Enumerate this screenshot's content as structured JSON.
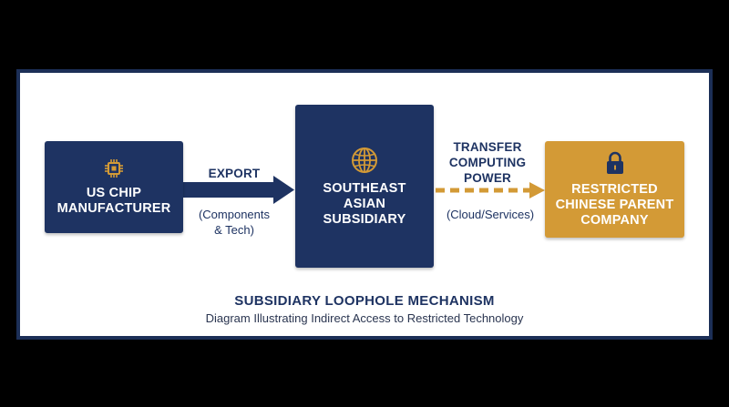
{
  "colors": {
    "navy": "#1e3362",
    "gold": "#d39a36",
    "frame": "#1c2f57",
    "background": "#000000"
  },
  "nodes": {
    "manufacturer": {
      "icon": "microchip-icon",
      "lines": [
        "US CHIP",
        "MANUFACTURER"
      ]
    },
    "subsidiary": {
      "icon": "globe-icon",
      "lines": [
        "SOUTHEAST",
        "ASIAN",
        "SUBSIDIARY"
      ]
    },
    "parent": {
      "icon": "lock-icon",
      "lines": [
        "RESTRICTED",
        "CHINESE PARENT",
        "COMPANY"
      ]
    }
  },
  "edges": {
    "export": {
      "label": "EXPORT",
      "note_lines": [
        "(Components",
        "& Tech)"
      ]
    },
    "transfer": {
      "label_lines": [
        "TRANSFER",
        "COMPUTING",
        "POWER"
      ],
      "note": "(Cloud/Services)"
    }
  },
  "caption": {
    "title": "SUBSIDIARY LOOPHOLE MECHANISM",
    "subtitle": "Diagram Illustrating Indirect Access to Restricted Technology"
  }
}
